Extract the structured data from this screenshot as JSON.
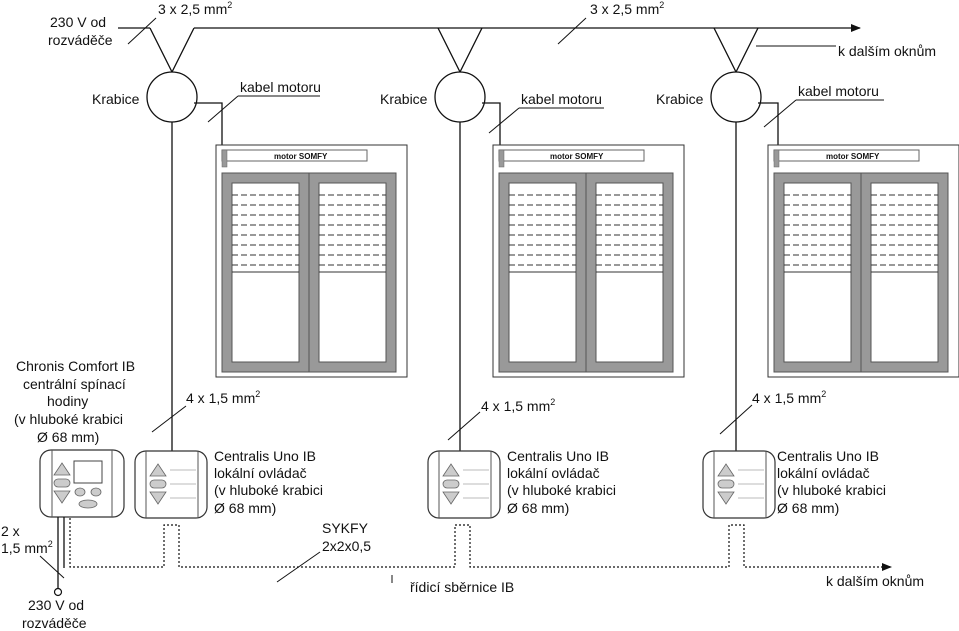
{
  "supply": {
    "top_line1": "230 V od",
    "top_line2": "rozváděče",
    "bottom_line1": "230 V od",
    "bottom_line2": "rozváděče"
  },
  "cables": {
    "main": "3 x 2,5 mm",
    "main_exp": "2",
    "branch": "4 x 1,5 mm",
    "branch_exp": "2",
    "clock_supply_line1": "2 x",
    "clock_supply_line2": "1,5 mm",
    "clock_supply_exp": "2",
    "bus_name": "SYKFY",
    "bus_spec": "2x2x0,5",
    "bus_label": "řídicí sběrnice IB"
  },
  "arrows": {
    "power_next": "k dalším oknům",
    "bus_next": "k dalším oknům"
  },
  "units": [
    {
      "box": "Krabice",
      "motor_cable": "kabel motoru",
      "motor": "motor SOMFY",
      "switch_line1": "Centralis Uno IB",
      "switch_line2": "lokální ovládač",
      "switch_line3": "(v hluboké krabici",
      "switch_line4": "Ø 68 mm)"
    },
    {
      "box": "Krabice",
      "motor_cable": "kabel motoru",
      "motor": "motor SOMFY",
      "switch_line1": "Centralis Uno IB",
      "switch_line2": "lokální ovládač",
      "switch_line3": "(v hluboké krabici",
      "switch_line4": "Ø 68 mm)"
    },
    {
      "box": "Krabice",
      "motor_cable": "kabel motoru",
      "motor": "motor SOMFY",
      "switch_line1": "Centralis Uno IB",
      "switch_line2": "lokální ovládač",
      "switch_line3": "(v hluboké krabici",
      "switch_line4": "Ø 68 mm)"
    }
  ],
  "clock": {
    "line1": "Chronis Comfort IB",
    "line2": "centrální spínací",
    "line3": "hodiny",
    "line4": "(v hluboké krabici",
    "line5": "Ø 68 mm)"
  },
  "colors": {
    "line": "#111111",
    "frame": "#999999",
    "frame_light": "#d0d0d0"
  }
}
